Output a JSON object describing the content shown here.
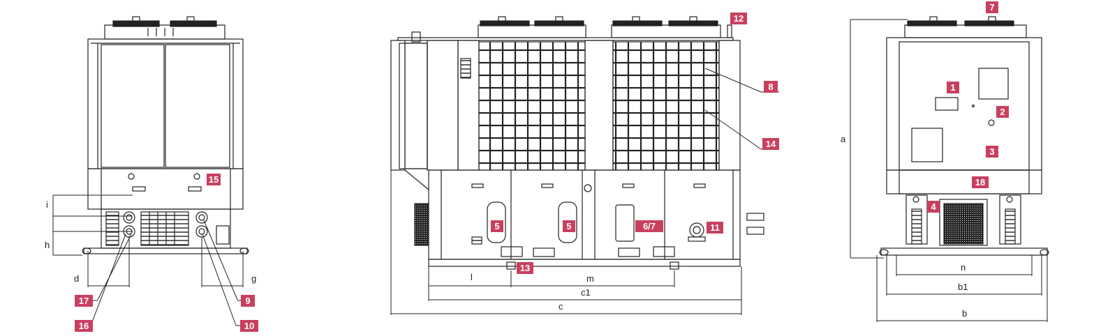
{
  "colors": {
    "callout_fill": "#c8405e",
    "callout_text": "#ffffff",
    "line": "#222222",
    "background": "#ffffff"
  },
  "views": {
    "left_end_view": {
      "callouts": [
        "15",
        "17",
        "9",
        "16",
        "10"
      ],
      "dimensions": [
        "i",
        "h",
        "d",
        "g"
      ]
    },
    "side_view": {
      "callouts": [
        "12",
        "8",
        "14",
        "5",
        "5",
        "6/7",
        "11",
        "13"
      ],
      "dimensions": [
        "l",
        "m",
        "c1",
        "c"
      ]
    },
    "right_end_view": {
      "callouts": [
        "7",
        "1",
        "2",
        "3",
        "18",
        "4"
      ],
      "dimensions": [
        "a",
        "n",
        "b1",
        "b"
      ]
    }
  }
}
